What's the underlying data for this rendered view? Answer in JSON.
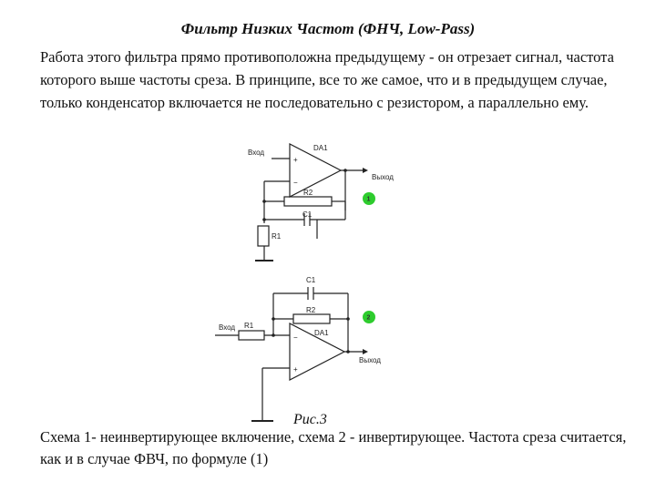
{
  "title": "Фильтр Низких Частот (ФНЧ, Low-Pass)",
  "paragraph": "Работа этого фильтра прямо противоположна предыдущему - он отрезает сигнал, частота которого выше частоты среза. В принципе, все то же самое, что и в предыдущем случае, только конденсатор включается не последовательно с резистором, а параллельно ему.",
  "caption": "Рис.3",
  "footer": "Схема 1- неинвертирующее включение, схема 2 - инвертирующее. Частота среза считается, как и в случае ФВЧ, по формуле (1)",
  "colors": {
    "marker": "#2ecc2e"
  },
  "circuit1": {
    "input_label": "Вход",
    "output_label": "Выход",
    "opamp_label": "DA1",
    "plus_sign": "+",
    "minus_sign": "−",
    "r2_label": "R2",
    "c1_label": "C1",
    "r1_label": "R1",
    "marker": "1"
  },
  "circuit2": {
    "input_label": "Вход",
    "output_label": "Выход",
    "opamp_label": "DA1",
    "plus_sign": "+",
    "minus_sign": "−",
    "r2_label": "R2",
    "c1_label": "C1",
    "r1_label": "R1",
    "marker": "2"
  }
}
